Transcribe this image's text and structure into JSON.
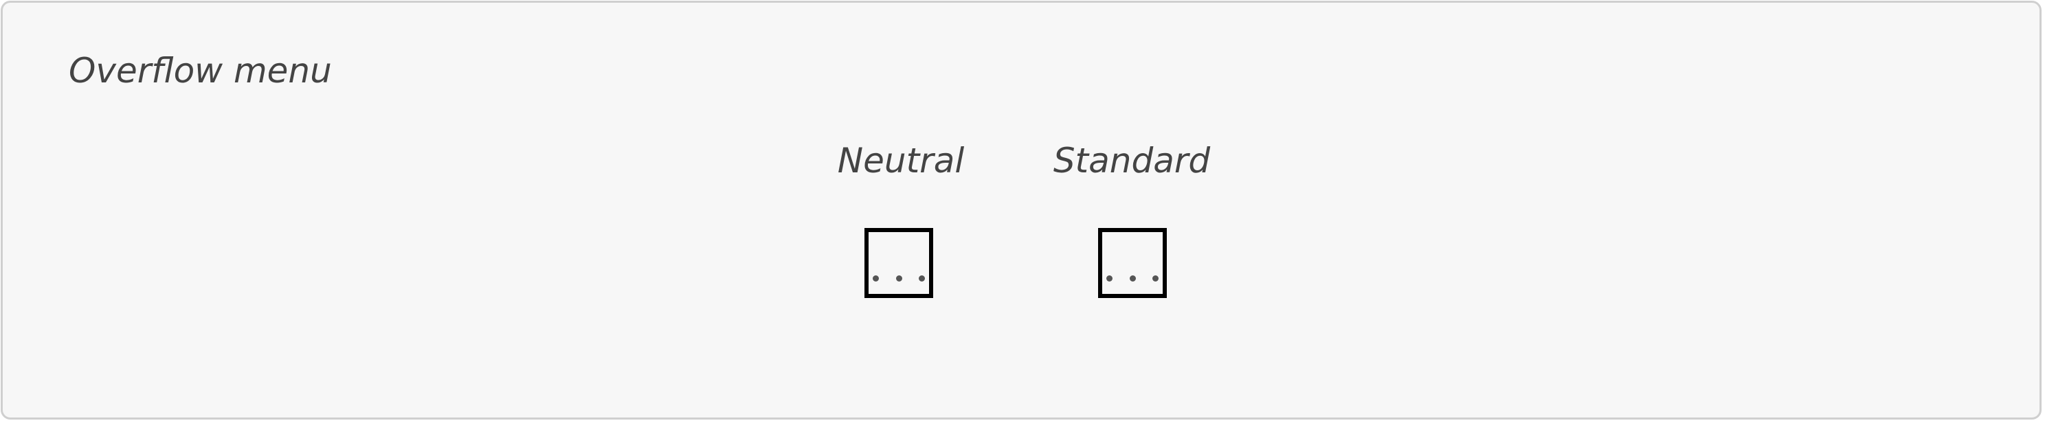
{
  "panel": {
    "title": "Overflow menu"
  },
  "variants": [
    {
      "label": "Neutral",
      "icon": "overflow-dots-icon"
    },
    {
      "label": "Standard",
      "icon": "overflow-dots-icon"
    }
  ],
  "colors": {
    "panel_background": "#f7f7f7",
    "panel_border": "#cfcfcf",
    "text": "#444444",
    "button_border": "#000000",
    "dots": "#555555"
  }
}
